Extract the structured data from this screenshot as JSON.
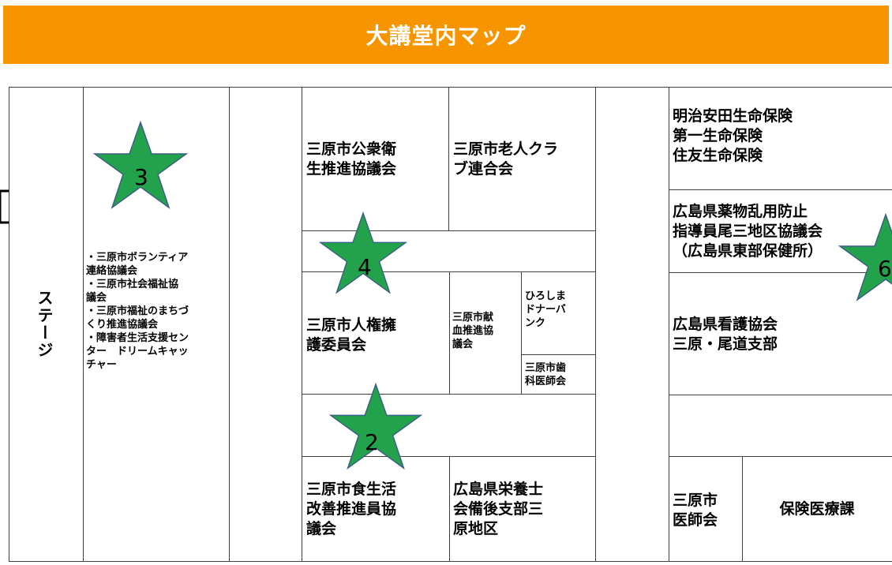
{
  "title": "大講堂内マップ",
  "stage_label": "ステージ",
  "star_color": "#22a24a",
  "header_color": "#f79500",
  "stars": [
    "3",
    "4",
    "2",
    "6"
  ],
  "left_panel": "・三原市ボランティア\n連絡協議会\n・三原市社会福祉協\n議会\n・三原市福祉のまちづ\nくり推進協議会\n・障害者生活支援セン\nター　ドリームキャッ\nチャー",
  "booths": {
    "public_health": "三原市公衆衛\n生推進協議会",
    "elders_club": "三原市老人クラ\nブ連合会",
    "human_rights": "三原市人権擁\n護委員会",
    "blood_donation": "三原市献\n血推進協\n議会",
    "donor_bank": "ひろしま\nドナーバ\nンク",
    "dental": "三原市歯\n科医師会",
    "food_life": "三原市食生活\n改善推進員協\n議会",
    "dietitians": "広島県栄養士\n会備後支部三\n原地区",
    "insurance": "明治安田生命保険\n第一生命保険\n住友生命保険",
    "drug_abuse": "広島県薬物乱用防止\n指導員尾三地区協議会\n（広島県東部保健所）",
    "nursing": "広島県看護協会\n三原・尾道支部",
    "medical_assoc": "三原市\n医師会",
    "insurance_division": "保険医療課"
  }
}
